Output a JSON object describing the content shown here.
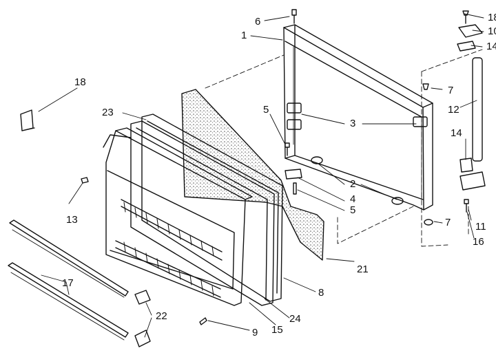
{
  "callouts": {
    "c6": "6",
    "c1": "1",
    "c18a": "18",
    "c10": "10",
    "c14a": "14",
    "c18b": "18",
    "c7a": "7",
    "c23": "23",
    "c5a": "5",
    "c3": "3",
    "c12": "12",
    "c14b": "14",
    "c2": "2",
    "c4": "4",
    "c5b": "5",
    "c13": "13",
    "c7b": "7",
    "c11": "11",
    "c16": "16",
    "c21": "21",
    "c17": "17",
    "c8": "8",
    "c22": "22",
    "c24": "24",
    "c15": "15",
    "c9": "9"
  },
  "colors": {
    "ink": "#111111",
    "gasket_texture": "#bdbdbd",
    "paper": "#ffffff"
  }
}
